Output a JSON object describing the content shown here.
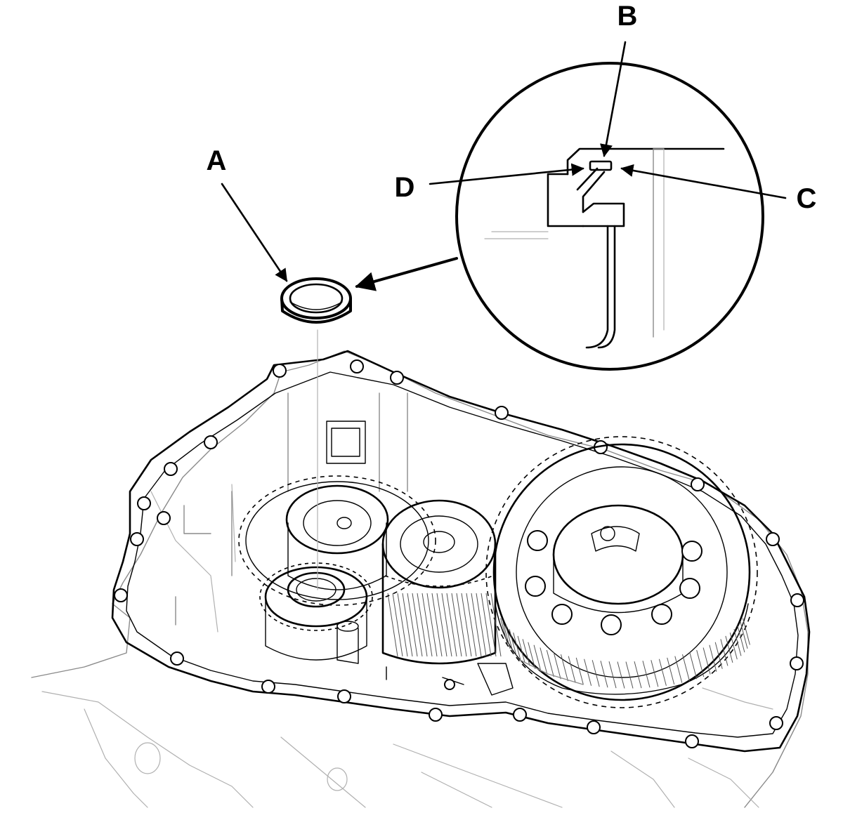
{
  "diagram": {
    "callouts": {
      "a": "A",
      "b": "B",
      "c": "C",
      "d": "D"
    },
    "colors": {
      "line": "#000000",
      "faint_line": "#8a8a8a",
      "background": "#ffffff"
    }
  }
}
